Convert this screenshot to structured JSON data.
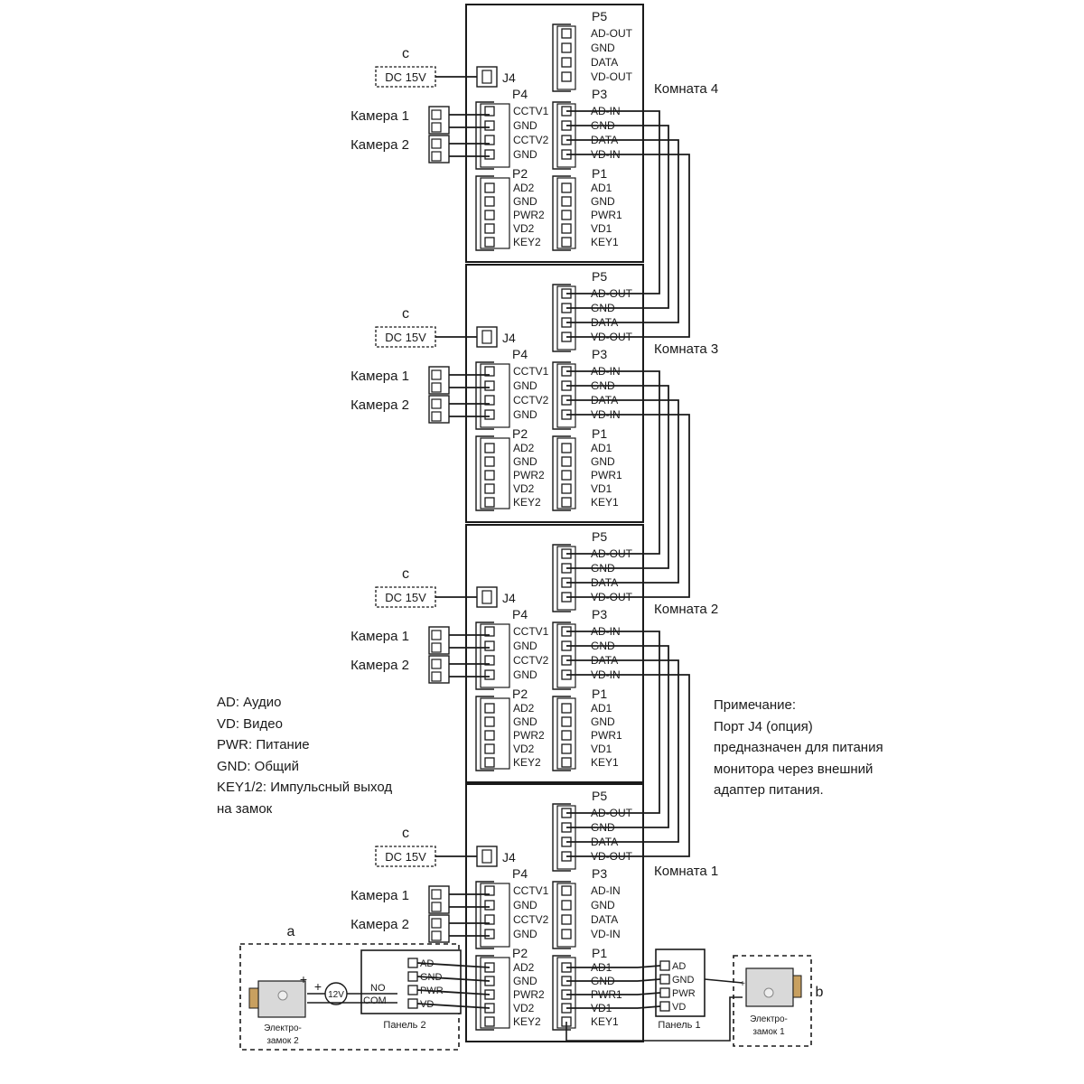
{
  "rooms": [
    {
      "label": "Комната 4"
    },
    {
      "label": "Комната 3"
    },
    {
      "label": "Комната 2"
    },
    {
      "label": "Комната 1"
    }
  ],
  "ports": {
    "P5": {
      "name": "P5",
      "pins": [
        "AD-OUT",
        "GND",
        "DATA",
        "VD-OUT"
      ]
    },
    "P3": {
      "name": "P3",
      "pins": [
        "AD-IN",
        "GND",
        "DATA",
        "VD-IN"
      ]
    },
    "P4": {
      "name": "P4",
      "pins": [
        "CCTV1",
        "GND",
        "CCTV2",
        "GND"
      ]
    },
    "P2": {
      "name": "P2",
      "pins": [
        "AD2",
        "GND",
        "PWR2",
        "VD2",
        "KEY2"
      ]
    },
    "P1": {
      "name": "P1",
      "pins": [
        "AD1",
        "GND",
        "PWR1",
        "VD1",
        "KEY1"
      ]
    },
    "J4": {
      "name": "J4"
    }
  },
  "power": {
    "letter": "c",
    "label": "DC 15V"
  },
  "cameras": {
    "cam1": "Камера 1",
    "cam2": "Камера 2"
  },
  "legend": [
    "AD: Аудио",
    "VD: Видео",
    "PWR: Питание",
    "GND: Общий",
    "KEY1/2: Импульсный выход",
    "на замок"
  ],
  "note": [
    "Примечание:",
    "Порт J4 (опция)",
    "предназначен для питания",
    "монитора через внешний",
    "адаптер питания."
  ],
  "panel2": {
    "group_letter": "a",
    "name": "Панель 2",
    "pins": [
      "AD",
      "GND",
      "PWR",
      "VD"
    ],
    "relay": [
      "NO",
      "COM"
    ],
    "supply": "12V",
    "lock_label": [
      "Электро-",
      "замок 2"
    ]
  },
  "panel1": {
    "group_letter": "b",
    "name": "Панель 1",
    "pins": [
      "AD",
      "GND",
      "PWR",
      "VD"
    ],
    "lock_label": [
      "Электро-",
      "замок 1"
    ]
  }
}
